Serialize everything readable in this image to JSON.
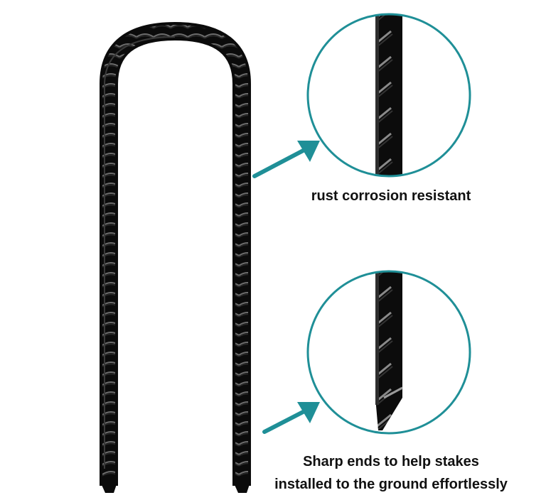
{
  "features": [
    {
      "caption": "rust corrosion resistant",
      "illustration": "ribbed-stake-closeup-icon"
    },
    {
      "caption_lines": [
        "Sharp ends to help stakes",
        "installed to the ground effortlessly"
      ],
      "illustration": "sharp-tip-closeup-icon"
    }
  ],
  "product": {
    "illustration": "u-shaped-rebar-stake-icon"
  },
  "colors": {
    "accent": "#1f8f97",
    "stake": "#0b0b0b",
    "text": "#111111",
    "background": "#ffffff"
  }
}
